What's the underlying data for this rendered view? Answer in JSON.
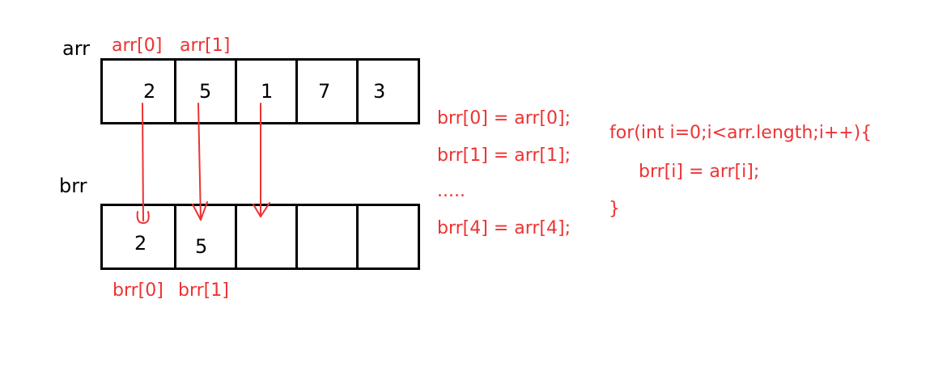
{
  "arr": {
    "name": "arr",
    "index_labels": [
      "arr[0]",
      "arr[1]"
    ],
    "values": [
      "2",
      "5",
      "1",
      "7",
      "3"
    ]
  },
  "brr": {
    "name": "brr",
    "index_labels": [
      "brr[0]",
      "brr[1]"
    ],
    "values": [
      "2",
      "5",
      "",
      "",
      ""
    ]
  },
  "statements": [
    "brr[0] = arr[0];",
    "brr[1] = arr[1];",
    ".....",
    "brr[4] = arr[4];"
  ],
  "code": [
    "for(int i=0;i<arr.length;i++){",
    "brr[i] = arr[i];",
    "}"
  ],
  "colors": {
    "accent": "#ee3233",
    "ink": "#000000"
  }
}
